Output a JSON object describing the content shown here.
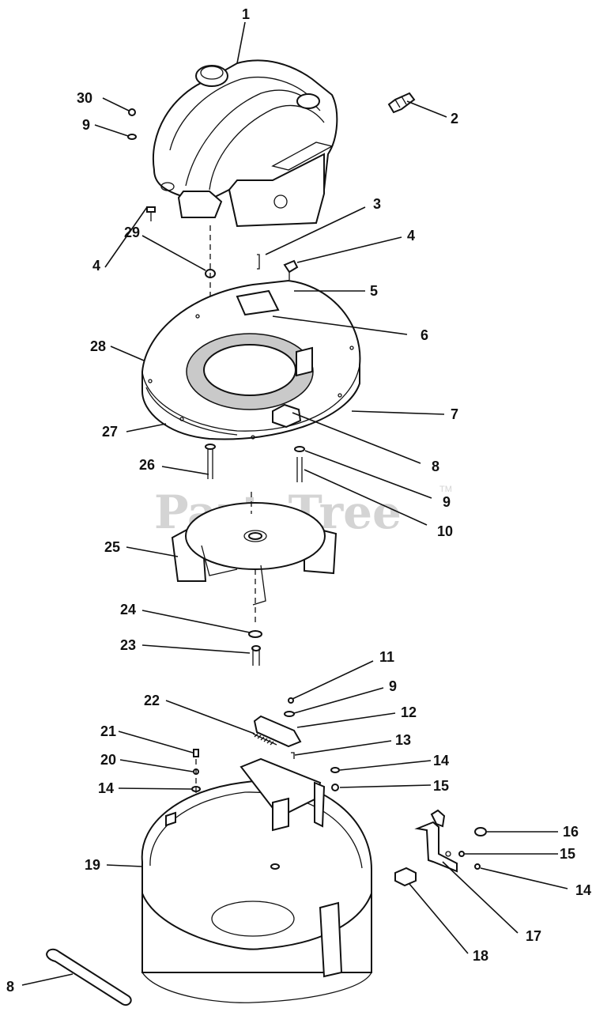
{
  "watermark": {
    "brand": "PartsTree",
    "mark": "TM"
  },
  "callouts": {
    "c1": "1",
    "c2": "2",
    "c3": "3",
    "c4a": "4",
    "c4b": "4",
    "c5": "5",
    "c6": "6",
    "c7": "7",
    "c8a": "8",
    "c8b": "8",
    "c9a": "9",
    "c9b": "9",
    "c9c": "9",
    "c10": "10",
    "c11": "11",
    "c12": "12",
    "c13": "13",
    "c14a": "14",
    "c14b": "14",
    "c14c": "14",
    "c15a": "15",
    "c15b": "15",
    "c16": "16",
    "c17": "17",
    "c18": "18",
    "c19": "19",
    "c20": "20",
    "c21": "21",
    "c22": "22",
    "c23": "23",
    "c24": "24",
    "c25": "25",
    "c26": "26",
    "c27": "27",
    "c28": "28",
    "c29": "29",
    "c30": "30"
  },
  "icons": {
    "engine": "engine-icon",
    "blower_housing": "blower-housing-icon",
    "impeller": "impeller-icon",
    "collector_bowl": "collector-bowl-icon",
    "bracket": "bracket-icon",
    "switch": "switch-icon",
    "strip": "strip-icon"
  }
}
